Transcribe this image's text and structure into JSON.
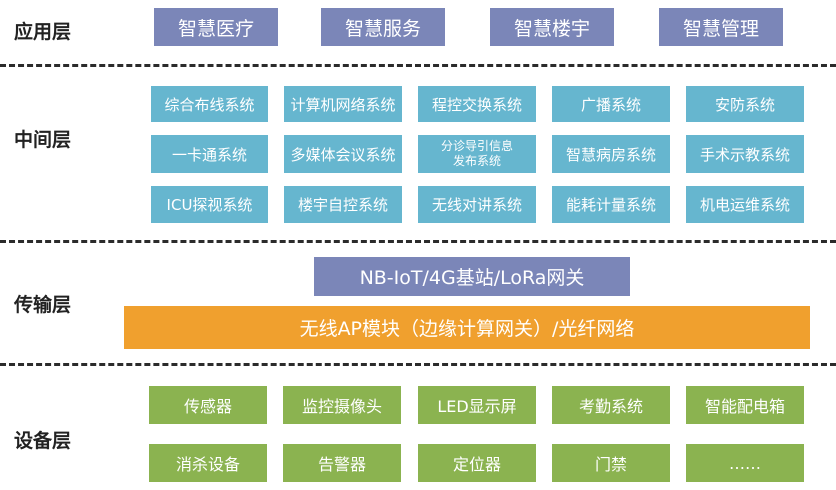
{
  "layers": {
    "app": "应用层",
    "middle": "中间层",
    "transport": "传输层",
    "device": "设备层"
  },
  "app_items": [
    "智慧医疗",
    "智慧服务",
    "智慧楼宇",
    "智慧管理"
  ],
  "middle_items": [
    "综合布线系统",
    "计算机网络系统",
    "程控交换系统",
    "广播系统",
    "安防系统",
    "一卡通系统",
    "多媒体会议系统",
    "分诊导引信息发布系统",
    "智慧病房系统",
    "手术示教系统",
    "ICU探视系统",
    "楼宇自控系统",
    "无线对讲系统",
    "能耗计量系统",
    "机电运维系统"
  ],
  "transport": {
    "top": "NB-IoT/4G基站/LoRa网关",
    "bottom": "无线AP模块（边缘计算网关）/光纤网络"
  },
  "device_items": [
    "传感器",
    "监控摄像头",
    "LED显示屏",
    "考勤系统",
    "智能配电箱",
    "消杀设备",
    "告警器",
    "定位器",
    "门禁",
    "……"
  ],
  "colors": {
    "app": "#7b86b8",
    "middle": "#66b6cf",
    "transport_top": "#7b86b8",
    "transport_bottom": "#f0a02e",
    "device": "#8bb350"
  }
}
